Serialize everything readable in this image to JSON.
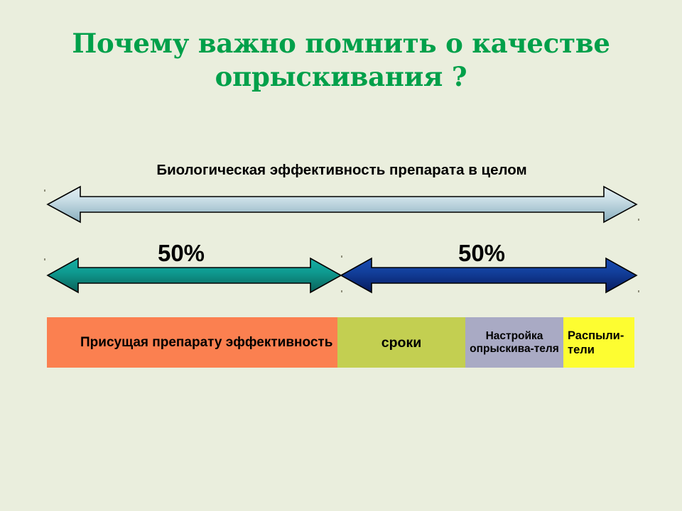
{
  "slide": {
    "background_color": "#eaeedd",
    "title": {
      "line1": "Почему важно помнить о качестве",
      "line2": "опрыскивания ?",
      "color": "#00a04a"
    },
    "top_caption": "Биологическая эффективность препарата в целом"
  },
  "arrows": {
    "overall": {
      "label": "Биологическая эффективность препарата в целом",
      "style": "double-headed",
      "fill_start": "#cfe0e8",
      "fill_end": "#8fb2c0",
      "outline": "#000000"
    },
    "left": {
      "label": "50%",
      "style": "double-headed",
      "fill_start": "#0fa39a",
      "fill_end": "#0a6b62",
      "outline": "#000000"
    },
    "right": {
      "label": "50%",
      "style": "double-headed",
      "fill_start": "#123f9b",
      "fill_end": "#0a1f6e",
      "outline": "#000000"
    }
  },
  "bar": {
    "segments": [
      {
        "label": "Присущая препарату эффективность",
        "color": "#fb8050"
      },
      {
        "label": "сроки",
        "color": "#c3cf51"
      },
      {
        "label": "Настройка опрыскива-теля",
        "color": "#a9aac4"
      },
      {
        "label": "Распыли-тели",
        "color": "#fdfd31"
      }
    ]
  },
  "chart_data": {
    "type": "bar",
    "title": "Почему важно помнить о качестве опрыскивания ?",
    "subtitle": "Биологическая эффективность препарата в целом",
    "categories": [
      "Присущая препарату эффективность",
      "сроки",
      "Настройка опрыскивателя",
      "Распылители"
    ],
    "values": [
      50,
      22,
      17,
      11
    ],
    "unit": "%",
    "group_labels": [
      "50%",
      "50%"
    ],
    "group_split": [
      [
        "Присущая препарату эффективность"
      ],
      [
        "сроки",
        "Настройка опрыскивателя",
        "Распылители"
      ]
    ],
    "colors": [
      "#fb8050",
      "#c3cf51",
      "#a9aac4",
      "#fdfd31"
    ],
    "xlabel": "",
    "ylabel": "",
    "legend": "none",
    "grid": false
  }
}
